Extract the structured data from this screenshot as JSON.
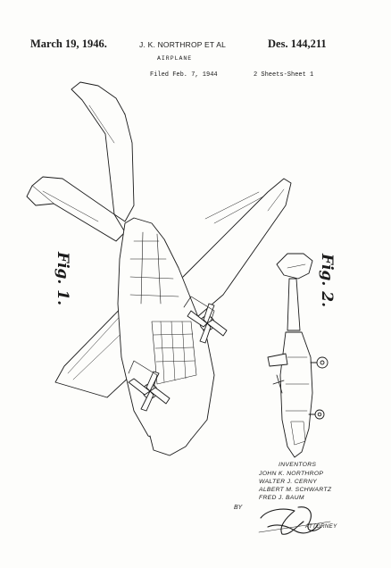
{
  "header": {
    "date": "March 19, 1946.",
    "inventor_short": "J. K. NORTHROP ET AL",
    "patent_number": "Des. 144,211",
    "title": "AIRPLANE",
    "filed": "Filed Feb. 7, 1944",
    "sheets": "2 Sheets-Sheet 1"
  },
  "figures": {
    "fig1_label": "Fig. 1.",
    "fig2_label": "Fig. 2."
  },
  "inventors": {
    "heading": "INVENTORS",
    "names": [
      "JOHN K. NORTHROP",
      "WALTER J. CERNY",
      "ALBERT M. SCHWARTZ",
      "FRED J. BAUM"
    ],
    "by_label": "BY",
    "attorney_label": "ATTORNEY"
  },
  "colors": {
    "ink": "#1b1b1b",
    "paper": "#fdfdfb"
  }
}
